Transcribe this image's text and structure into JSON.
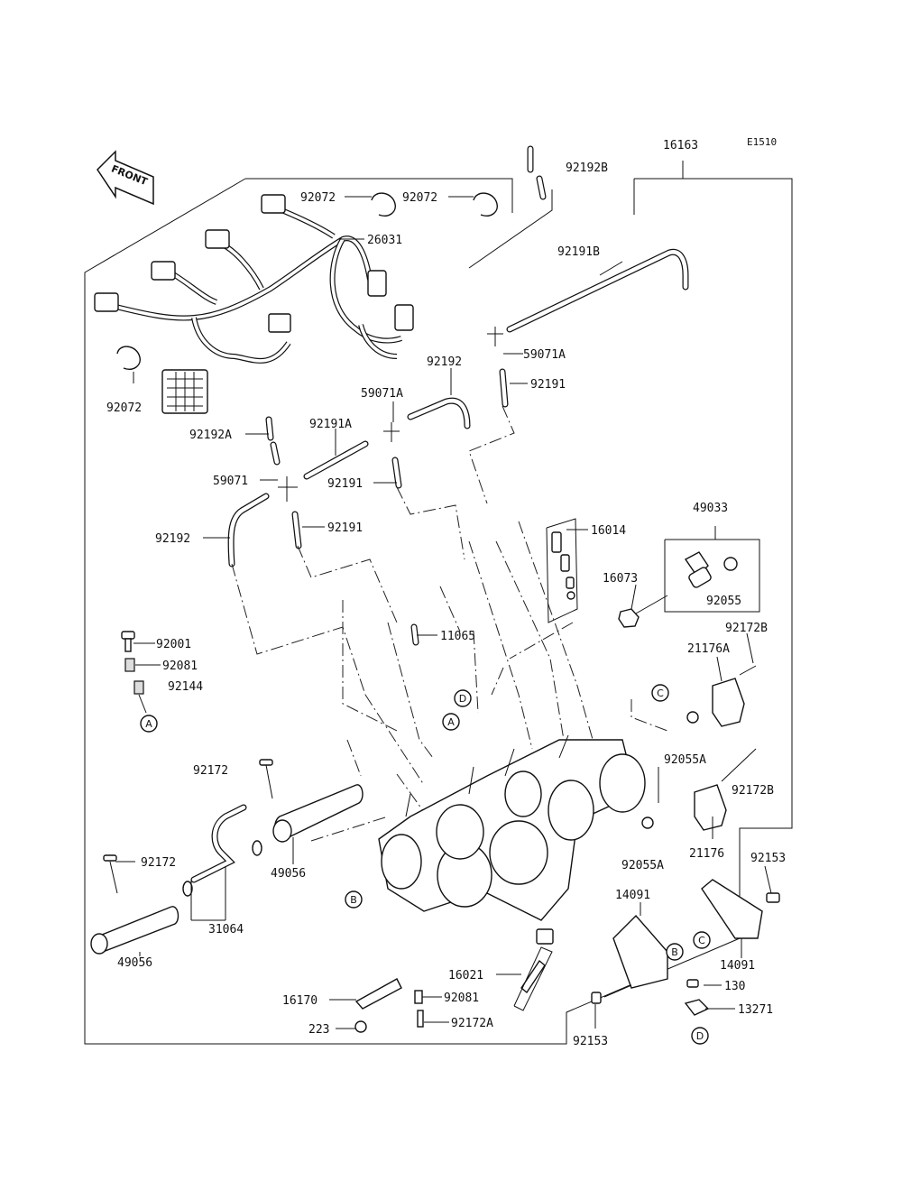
{
  "diagram_code": "E1510",
  "front_label": "FRONT",
  "labels": {
    "p16163": "16163",
    "p92192B": "92192B",
    "p92072a": "92072",
    "p92072b": "92072",
    "p26031": "26031",
    "p92191B": "92191B",
    "p59071A_1": "59071A",
    "p92191_1": "92191",
    "p92192_1": "92192",
    "p59071A_2": "59071A",
    "p92072c": "92072",
    "p92192A": "92192A",
    "p92191A": "92191A",
    "p59071": "59071",
    "p92191_2": "92191",
    "p92192_2": "92192",
    "p92191_3": "92191",
    "p16014": "16014",
    "p49033": "49033",
    "p16073": "16073",
    "p92055": "92055",
    "p92001": "92001",
    "p92081_1": "92081",
    "p92144": "92144",
    "p11065": "11065",
    "p92172B_1": "92172B",
    "p21176A": "21176A",
    "p92055A_1": "92055A",
    "p92172B_2": "92172B",
    "p92172_1": "92172",
    "p21176": "21176",
    "p92153_1": "92153",
    "p92055A_2": "92055A",
    "p92172_2": "92172",
    "p49056_1": "49056",
    "p31064": "31064",
    "p49056_2": "49056",
    "p14091_1": "14091",
    "p14091_2": "14091",
    "p16021": "16021",
    "p130": "130",
    "p13271": "13271",
    "p16170": "16170",
    "p92081_2": "92081",
    "p223": "223",
    "p92172A": "92172A",
    "p92153_2": "92153"
  },
  "refs": {
    "A1": "A",
    "A2": "A",
    "B1": "B",
    "B2": "B",
    "C1": "C",
    "C2": "C",
    "D1": "D",
    "D2": "D"
  }
}
